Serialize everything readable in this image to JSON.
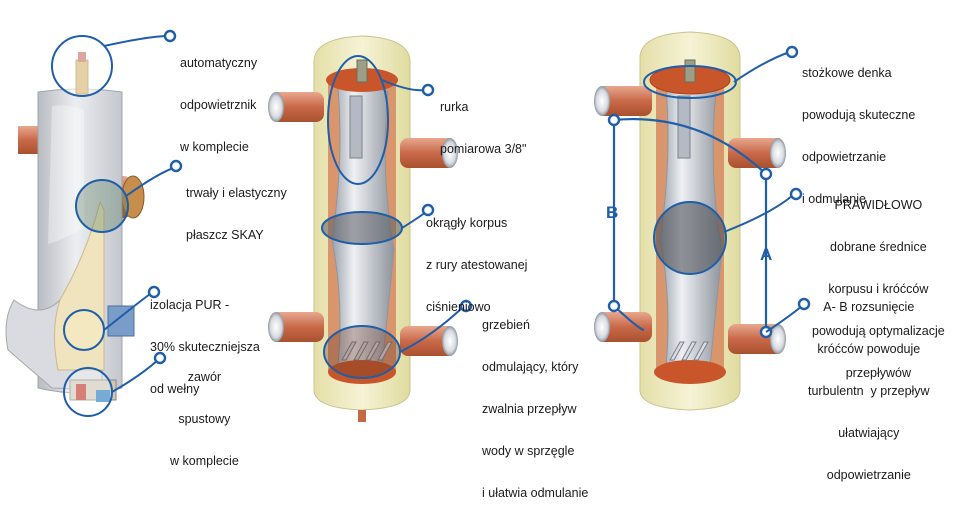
{
  "colors": {
    "accent_blue": "#1f5ea8",
    "copper": "#c9694a",
    "glass_shell": "#f1eec3",
    "steel": "#c9cdd4",
    "insulation": "#e6e7ea"
  },
  "labels": {
    "vent": [
      "automatyczny",
      "odpowietrznik",
      "w komplecie"
    ],
    "skay": [
      "trwały i elastyczny",
      "płaszcz SKAY"
    ],
    "pur": [
      "izolacja PUR -",
      "30% skuteczniejsza",
      "od wełny"
    ],
    "drain": [
      "zawór",
      "spustowy",
      "w komplecie"
    ],
    "tube": [
      "rurka",
      "pomiarowa 3/8\""
    ],
    "body": [
      "okrągły korpus",
      "z rury atestowanej",
      "ciśnieniowo"
    ],
    "ridge": [
      "grzebień",
      "odmulający, który",
      "zwalnia przepływ",
      "wody w sprzęgle",
      "i ułatwia odmulanie"
    ],
    "cone": [
      "stożkowe denka",
      "powodują skuteczne",
      "odpowietrzanie",
      "i odmulanie"
    ],
    "diam": [
      "PRAWIDŁOWO",
      "dobrane średnice",
      "korpusu i króćców",
      "powodują optymalizacje",
      "przepływów"
    ],
    "spacing": [
      "A- B rozsunięcie",
      "króćców powoduje",
      "turbulentn  y przepływ",
      "ułatwiający",
      "odpowietrzanie"
    ]
  },
  "dimension_letters": {
    "a": "A",
    "b": "B"
  }
}
